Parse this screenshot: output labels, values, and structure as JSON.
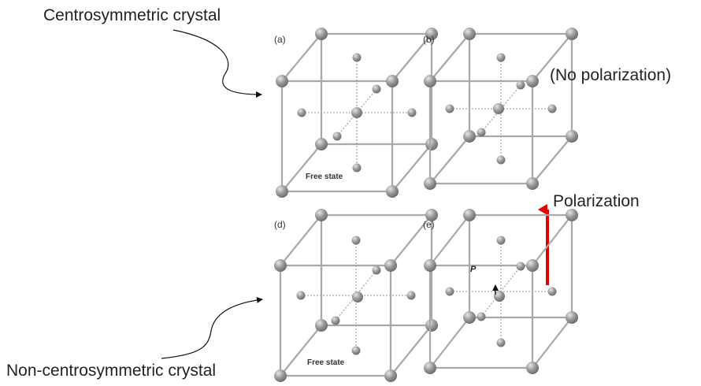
{
  "annotations": {
    "centro": "Centrosymmetric crystal",
    "noncentro": "Non-centrosymmetric crystal",
    "no_polarization": "(No polarization)",
    "polarization": "Polarization"
  },
  "panels": {
    "a": {
      "tag": "(a)",
      "caption": "Free state"
    },
    "b": {
      "tag": "(b)"
    },
    "d": {
      "tag": "(d)",
      "caption": "Free state"
    },
    "e": {
      "tag": "(e)",
      "vector_label": "P"
    }
  },
  "colors": {
    "edge": "#a8a8a8",
    "sphere": "#8d8d8d",
    "sphere_highlight": "#e6e6e6",
    "polarization_arrow": "#e00000",
    "text": "#222222"
  }
}
